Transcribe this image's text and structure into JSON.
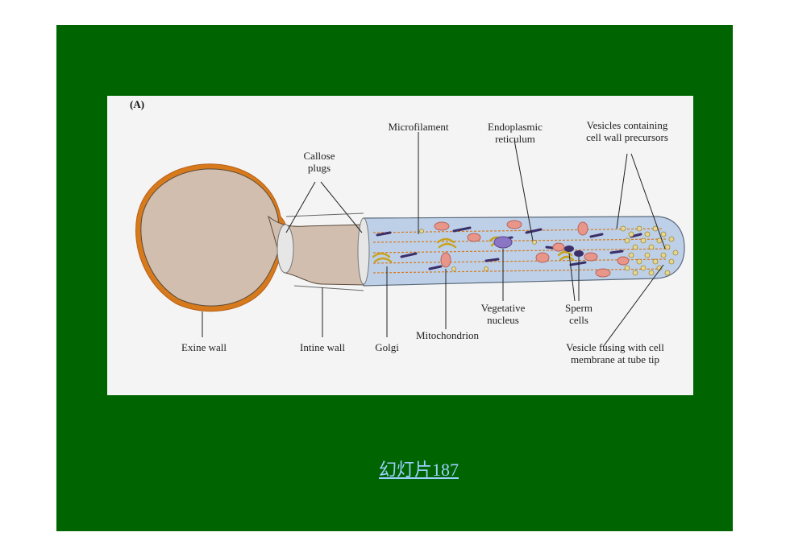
{
  "figure": {
    "panel": "(A)",
    "labels": {
      "microfilament": "Microfilament",
      "endoplasmic_reticulum": "Endoplasmic\nreticulum",
      "vesicles_containing": "Vesicles containing\ncell wall precursors",
      "callose_plugs": "Callose\nplugs",
      "exine_wall": "Exine wall",
      "intine_wall": "Intine wall",
      "golgi": "Golgi",
      "mitochondrion": "Mitochondrion",
      "vegetative_nucleus": "Vegetative\nnucleus",
      "sperm_cells": "Sperm\ncells",
      "vesicle_fusing": "Vesicle fusing with cell\nmembrane at tube tip"
    }
  },
  "slide_link": "幻灯片187",
  "colors": {
    "slide_bg": "#006400",
    "exine": "#d77a1c",
    "grain": "#d2beaf",
    "tube": "#bdd0e8",
    "link": "#9bd1ff"
  }
}
